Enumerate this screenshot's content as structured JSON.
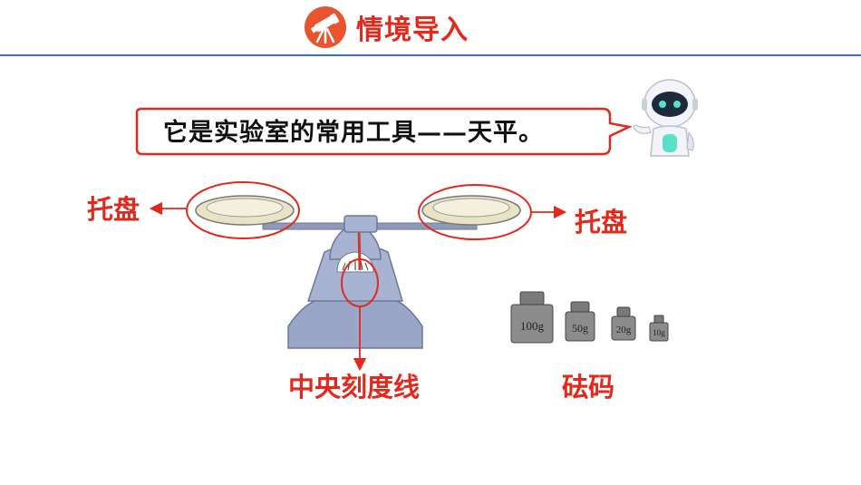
{
  "header": {
    "title": "情境导入",
    "icon": "telescope-icon",
    "accent": "#e4281c",
    "rule_color": "#3f6fb5"
  },
  "speech": {
    "text": "它是实验室的常用工具——天平。"
  },
  "labels": {
    "left_pan": "托盘",
    "right_pan": "托盘",
    "center_line": "中央刻度线",
    "weights": "砝码"
  },
  "weights": [
    {
      "label": "100g"
    },
    {
      "label": "50g"
    },
    {
      "label": "20g"
    },
    {
      "label": "10g"
    }
  ],
  "colors": {
    "label_red": "#e4281c",
    "balance_blue": "#9aa6c7",
    "pan_cream": "#e7e3c4",
    "weight_gray": "#8c8c8c"
  }
}
